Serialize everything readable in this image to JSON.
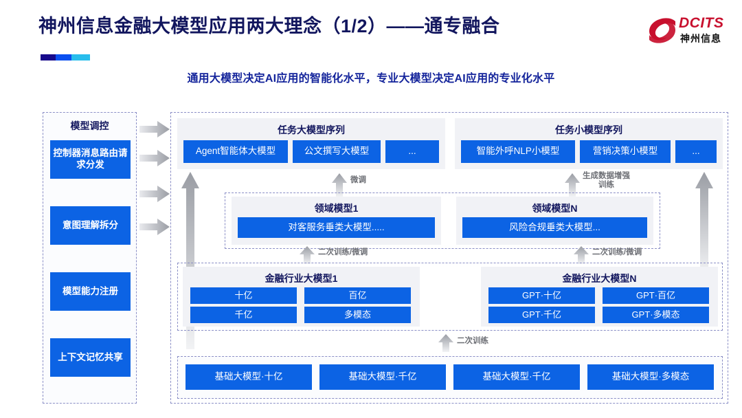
{
  "header": {
    "title": "神州信息金融大模型应用两大理念（1/2）——通专融合",
    "subtitle": "通用大模型决定AI应用的智能化水平，专业大模型决定AI应用的专业化水平",
    "accent_colors": [
      "#170a8c",
      "#0b4ff0",
      "#28bdec"
    ]
  },
  "logo": {
    "brand_en": "DCITS",
    "brand_cn": "神州信息",
    "mark_color": "#c8102e"
  },
  "theme": {
    "chip_blue": "#0c63e4",
    "title_navy": "#12165e",
    "card_grey": "#f1f2f6",
    "dash_border": "#8a8ec6",
    "arrow_grey": "#a8abb2"
  },
  "control_panel": {
    "title": "模型调控",
    "items": [
      {
        "label": "控制器消息路由请求分发"
      },
      {
        "label": "意图理解拆分"
      },
      {
        "label": "模型能力注册"
      },
      {
        "label": "上下文记忆共享"
      }
    ],
    "arrow_count": 4
  },
  "task_sequences": [
    {
      "title": "任务大模型序列",
      "chips": [
        "Agent智能体大模型",
        "公文撰写大模型",
        "..."
      ]
    },
    {
      "title": "任务小模型序列",
      "chips": [
        "智能外呼NLP小模型",
        "营销决策小模型",
        "..."
      ]
    }
  ],
  "domain_models": [
    {
      "title": "领域模型1",
      "chip": "对客服务垂类大模型....."
    },
    {
      "title": "领域模型N",
      "chip": "风险合规垂类大模型..."
    }
  ],
  "industry_models": [
    {
      "title": "金融行业大模型1",
      "chips": [
        "十亿",
        "百亿",
        "千亿",
        "多模态"
      ]
    },
    {
      "title": "金融行业大模型N",
      "chips": [
        "GPT·十亿",
        "GPT·百亿",
        "GPT·千亿",
        "GPT·多模态"
      ]
    }
  ],
  "foundation_models": {
    "chips": [
      "基础大模型·十亿",
      "基础大模型·千亿",
      "基础大模型·千亿",
      "基础大模型·多模态"
    ]
  },
  "flow_labels": {
    "fine_tune": "微调",
    "data_aug": "生成数据增强\n训练",
    "retrain_ft_left": "二次训练/微调",
    "retrain_ft_right": "二次训练/微调",
    "retrain": "二次训练"
  }
}
